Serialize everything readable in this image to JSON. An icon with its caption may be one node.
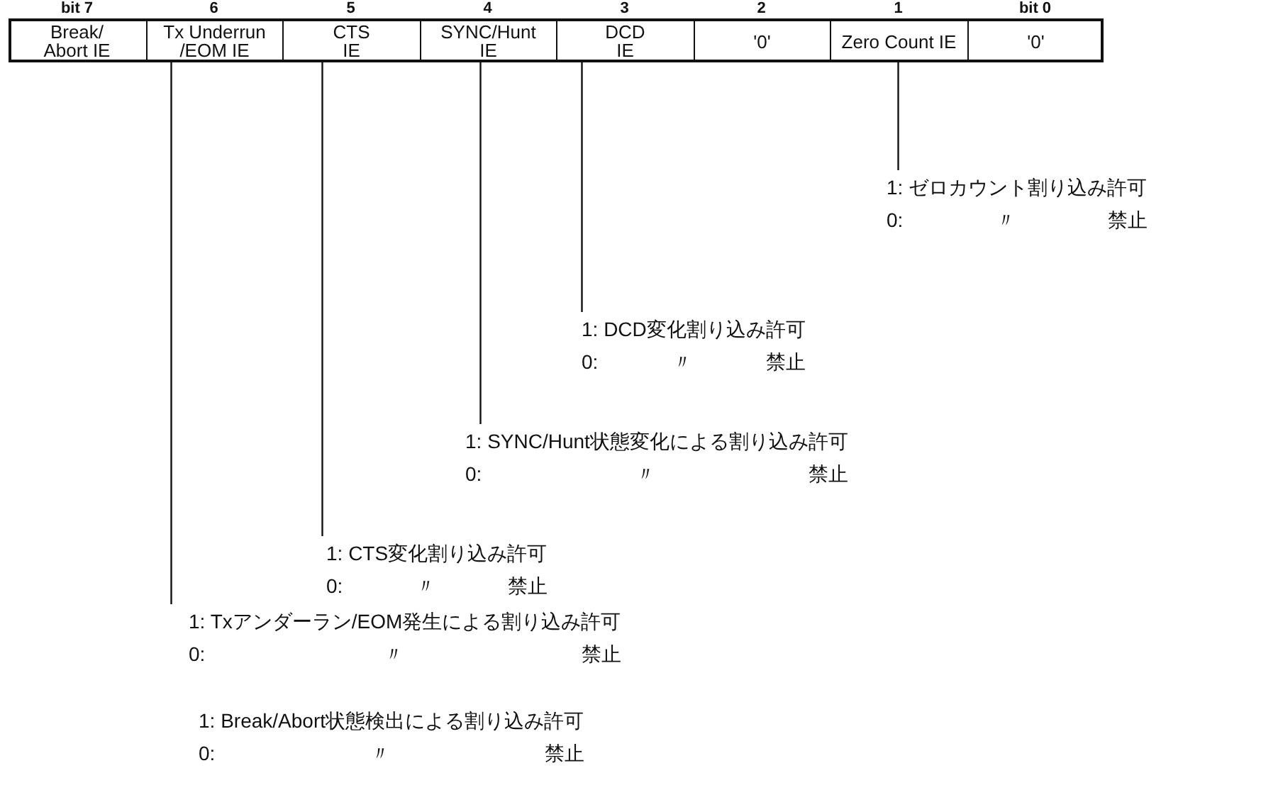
{
  "diagram": {
    "nodes": [
      {
        "text": [
          "Break/ Abort IE"
        ]
      },
      {
        "text": [
          "Tx Underrun /EOM IE"
        ]
      },
      {
        "text": [
          "CTS IE"
        ]
      },
      {
        "text": [
          "SYNC/Hunt IE"
        ]
      },
      {
        "text": [
          "DCD IE"
        ]
      },
      {
        "text": [
          "'0'"
        ]
      },
      {
        "text": [
          "Zero Count IE"
        ]
      },
      {
        "text": [
          "'0'"
        ]
      },
      {
        "text": [
          "1: ゼロカウント割り込み許可",
          "0:",
          "〃",
          "禁止"
        ]
      },
      {
        "text": [
          "1: DCD変化割り込み許可",
          "0:",
          "〃",
          "禁止"
        ]
      },
      {
        "text": [
          "1: SYNC/Hunt状態変化による割り込み許可",
          "0:",
          "〃",
          "禁止"
        ]
      },
      {
        "text": [
          "1: CTS変化割り込み許可",
          "0:",
          "〃",
          "禁止"
        ]
      },
      {
        "text": [
          "1: Txアンダーラン/EOM発生による割り込み許可",
          "0:",
          "〃",
          "禁止"
        ]
      }
    ],
    "edges": [
      {
        "from": 6,
        "to": 8,
        "arrow": "none"
      },
      {
        "from": 4,
        "to": 9,
        "arrow": "none"
      },
      {
        "from": 3,
        "to": 10,
        "arrow": "none"
      },
      {
        "from": 2,
        "to": 11,
        "arrow": "none"
      },
      {
        "from": 1,
        "to": 12,
        "arrow": "none"
      }
    ],
    "labels": [
      "bit 7",
      "6",
      "5",
      "4",
      "3",
      "2",
      "1",
      "bit 0",
      "1: Break/Abort状態検出による割り込み許可",
      "0:",
      "〃",
      "禁止"
    ]
  }
}
